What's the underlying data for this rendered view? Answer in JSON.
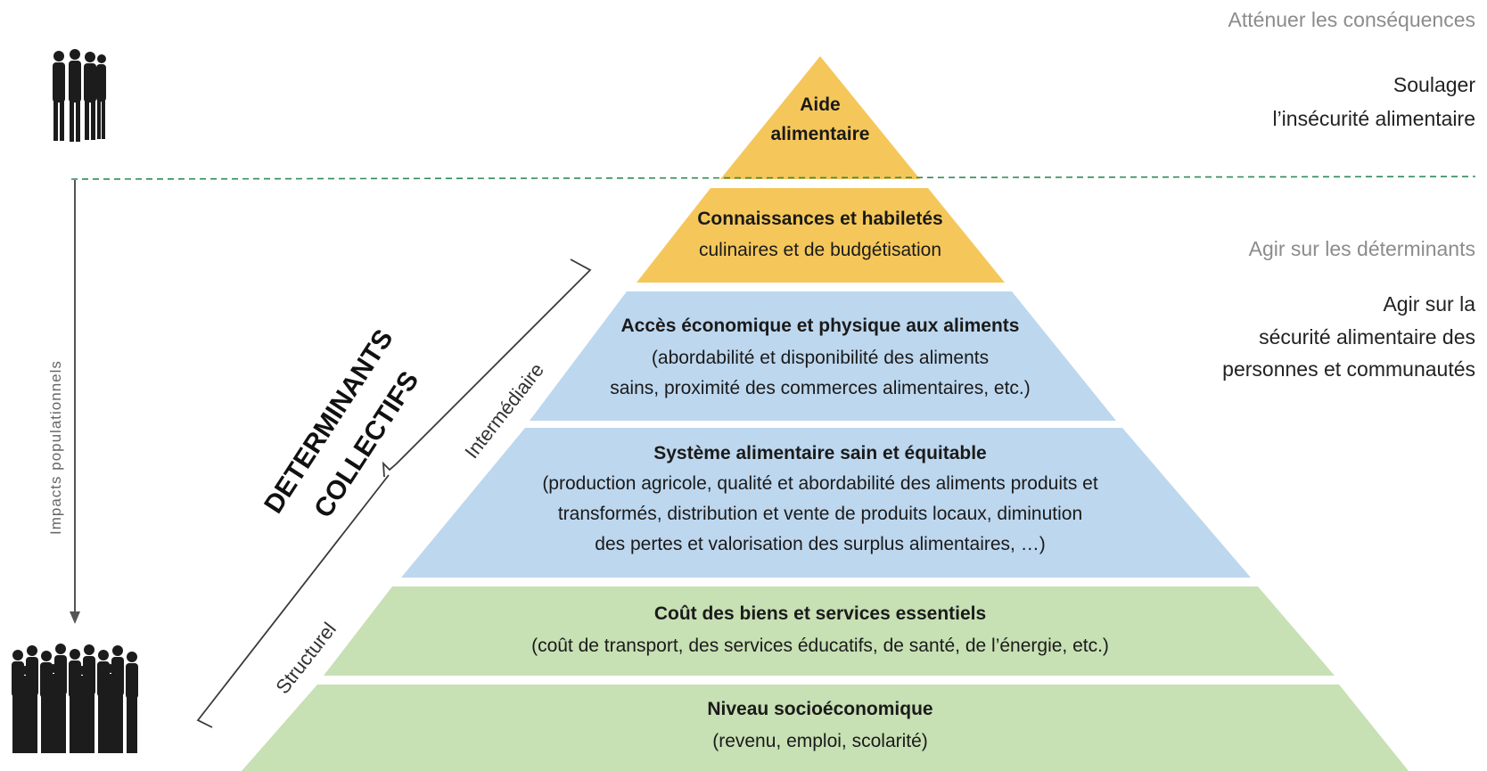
{
  "levels": [
    {
      "title": "Aide",
      "subtitle": "alimentaire",
      "color": "#f5c75a"
    },
    {
      "title": "Connaissances et habiletés",
      "subtitle": [
        "culinaires et de budgétisation"
      ],
      "color": "#f5c75a"
    },
    {
      "title": "Accès économique et physique aux aliments",
      "subtitle": [
        "(abordabilité et disponibilité des aliments",
        "sains, proximité des commerces alimentaires, etc.)"
      ],
      "color": "#bdd7ee"
    },
    {
      "title": "Système alimentaire sain et équitable",
      "subtitle": [
        "(production agricole, qualité et abordabilité des aliments produits et",
        "transformés, distribution et vente de produits locaux, diminution",
        "des pertes et valorisation des surplus alimentaires, …)"
      ],
      "color": "#bdd7ee"
    },
    {
      "title": "Coût des biens et services essentiels",
      "subtitle": [
        "(coût de transport, des services éducatifs, de santé, de l’énergie, etc.)"
      ],
      "color": "#c7e0b4"
    },
    {
      "title": "Niveau socioéconomique",
      "subtitle": [
        "(revenu, emploi, scolarité)"
      ],
      "color": "#c7e0b4"
    }
  ],
  "right_top": {
    "heading": "Atténuer les conséquences",
    "lines": [
      "Soulager",
      "l’insécurité alimentaire"
    ]
  },
  "right_mid": {
    "heading": "Agir sur les déterminants",
    "lines": [
      "Agir sur la",
      "sécurité alimentaire des",
      "personnes et communautés"
    ]
  },
  "left": {
    "impacts": "Impacts populationnels",
    "determinants_line1": "DETERMINANTS",
    "determinants_line2": "COLLECTIFS",
    "intermediaire": "Intermédiaire",
    "structurel": "Structurel"
  },
  "colors": {
    "dashed_line": "#2e8b57",
    "text_grey": "#8c8c8c"
  }
}
